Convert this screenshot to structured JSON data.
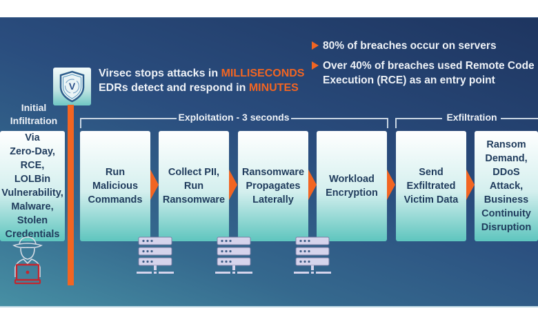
{
  "colors": {
    "accent": "#f26522",
    "panel_dark": "#1e3560",
    "panel_light": "#4790a4",
    "card_text": "#1f3b5c",
    "text_light": "#eef2f7"
  },
  "headline": {
    "line1_prefix": "Virsec stops attacks in ",
    "line1_highlight": "MILLISECONDS",
    "line2_prefix": "EDRs detect and respond in ",
    "line2_highlight": "MINUTES"
  },
  "shield_icon": {
    "name": "virsec-shield-icon",
    "letter": "V"
  },
  "bullets": [
    {
      "text": "80% of breaches occur on servers"
    },
    {
      "line1": "Over 40% of breaches used Remote Code",
      "line2": "Execution (RCE) as an entry point"
    }
  ],
  "stages": {
    "initial": {
      "line1": "Initial",
      "line2": "Infiltration"
    },
    "exploitation": "Exploitation - 3 seconds",
    "exfiltration": "Exfiltration"
  },
  "cards": [
    {
      "lines": [
        "Via",
        "Zero-Day, RCE,",
        "LOLBin",
        "Vulnerability,",
        "Malware,",
        "Stolen",
        "Credentials"
      ]
    },
    {
      "lines": [
        "Run",
        "Malicious",
        "Commands"
      ]
    },
    {
      "lines": [
        "Collect PII,",
        "Run",
        "Ransomware"
      ]
    },
    {
      "lines": [
        "Ransomware",
        "Propagates",
        "Laterally"
      ]
    },
    {
      "lines": [
        "Workload",
        "Encryption"
      ]
    },
    {
      "lines": [
        "Send",
        "Exfiltrated",
        "Victim Data"
      ]
    },
    {
      "lines": [
        "Ransom",
        "Demand,",
        "DDoS Attack,",
        "Business",
        "Continuity",
        "Disruption"
      ]
    }
  ],
  "icons": {
    "hacker": "hacker-laptop-icon",
    "server": "server-icon",
    "arrow": "arrow-right-icon"
  }
}
